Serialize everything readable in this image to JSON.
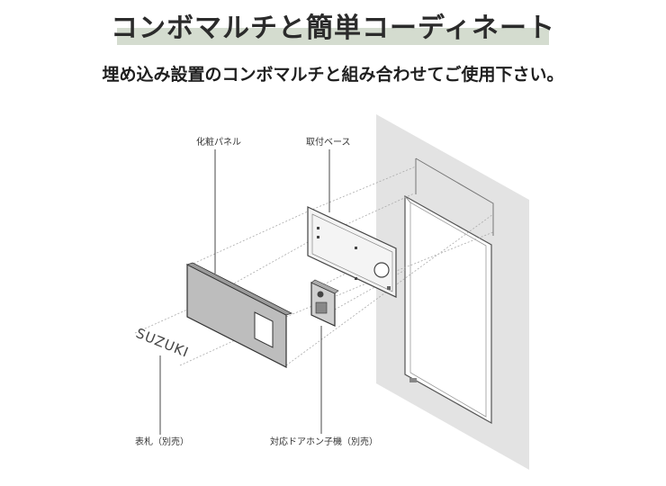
{
  "header": {
    "title": "コンボマルチと簡単コーディネート",
    "subtitle": "埋め込み設置のコンボマルチと組み合わせてご使用下さい。"
  },
  "diagram": {
    "labels": {
      "decor_panel": "化粧パネル",
      "mount_base": "取付ベース",
      "nameplate": "表札（別売）",
      "door_station": "対応ドアホン子機（別売）"
    },
    "nameplate_text": "SUZUKI"
  },
  "colors": {
    "band": "#d4dccf",
    "wall": "#e3e3e3",
    "panel": "#bdbdbd",
    "line": "#444444"
  }
}
